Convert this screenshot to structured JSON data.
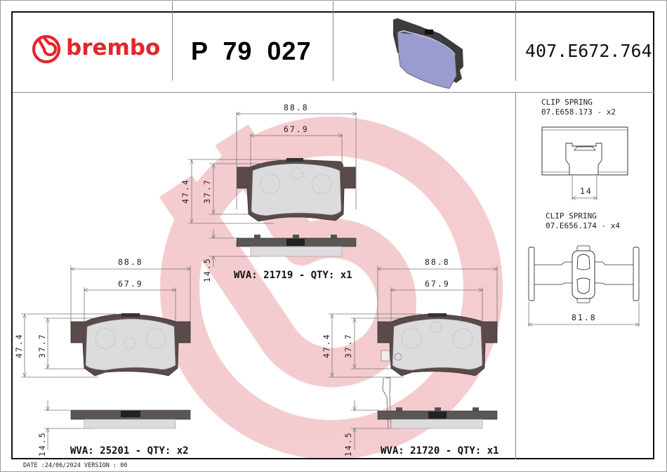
{
  "header": {
    "brand": "brembo",
    "brand_color": "#e3262b",
    "part_number": "P 79 027",
    "drawing_code": "407.E672.764",
    "thumbnail_icon": "brake-pad-3d-icon"
  },
  "accessories": [
    {
      "title": "CLIP SPRING",
      "code_qty": "07.E658.173 - x2",
      "dimension": "14"
    },
    {
      "title": "CLIP SPRING",
      "code_qty": "07.E656.174 - x4",
      "dimension": "81.8"
    }
  ],
  "pads": [
    {
      "position": "top-center",
      "width_outer": "88.8",
      "width_inner": "67.9",
      "height_outer": "47.4",
      "height_inner": "37.7",
      "thickness": "14.5",
      "wva_label": "WVA: 21719 - QTY: x1"
    },
    {
      "position": "bottom-left",
      "width_outer": "88.8",
      "width_inner": "67.9",
      "height_outer": "47.4",
      "height_inner": "37.7",
      "thickness": "14.5",
      "wva_label": "WVA: 25201 - QTY: x2"
    },
    {
      "position": "bottom-right",
      "width_outer": "88.8",
      "width_inner": "67.9",
      "height_outer": "47.4",
      "height_inner": "37.7",
      "thickness": "14.5",
      "wva_label": "WVA: 21720 - QTY: x1"
    }
  ],
  "footer": {
    "text": "DATE :24/06/2024 VERSION : 00"
  },
  "colors": {
    "watermark": "#f3c9cc",
    "backing_plate": "#5b4a4a",
    "friction": "#d9d9db",
    "thumbnail_pad": "#9a9bd0"
  }
}
